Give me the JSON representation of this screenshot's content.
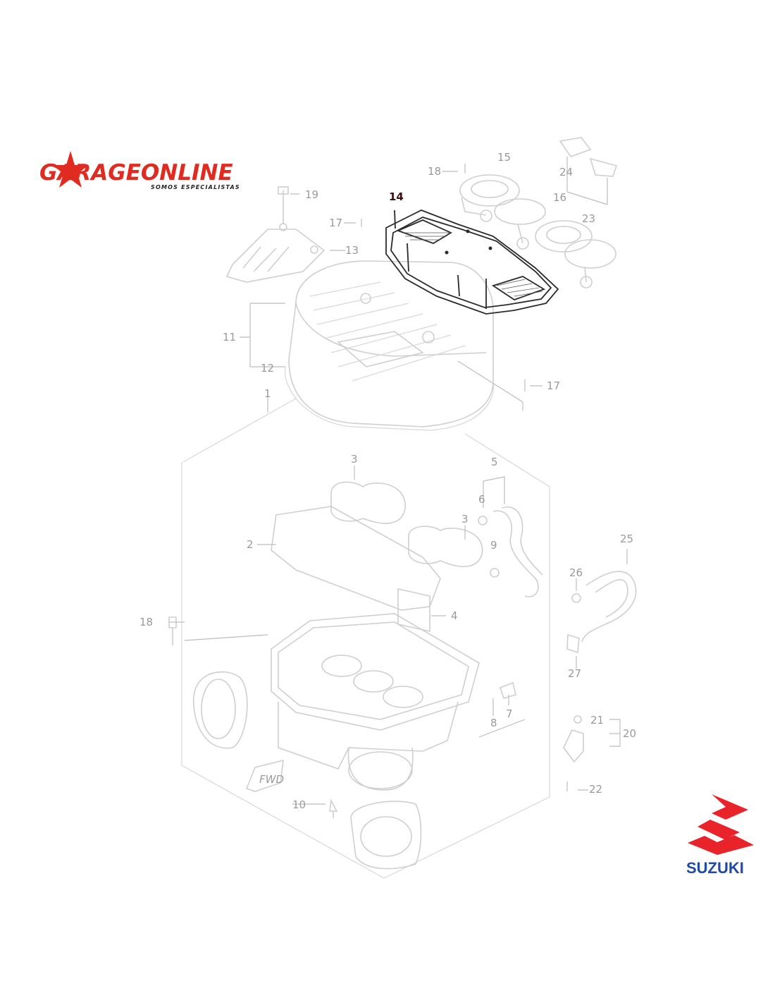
{
  "brand_logo": {
    "text": "GARAGEONLINE",
    "tagline": "SOMOS ESPECIALISTAS",
    "accent_color": "#e02b20"
  },
  "maker_logo": {
    "text": "SUZUKI",
    "mark_color": "#e8232a",
    "text_color": "#1f4aa6"
  },
  "highlighted_part": "14",
  "callouts": [
    {
      "id": "c1",
      "label": "1"
    },
    {
      "id": "c2",
      "label": "2"
    },
    {
      "id": "c3a",
      "label": "3"
    },
    {
      "id": "c3b",
      "label": "3"
    },
    {
      "id": "c4",
      "label": "4"
    },
    {
      "id": "c5",
      "label": "5"
    },
    {
      "id": "c6",
      "label": "6"
    },
    {
      "id": "c7",
      "label": "7"
    },
    {
      "id": "c8",
      "label": "8"
    },
    {
      "id": "c9",
      "label": "9"
    },
    {
      "id": "c10",
      "label": "10"
    },
    {
      "id": "c11",
      "label": "11"
    },
    {
      "id": "c12",
      "label": "12"
    },
    {
      "id": "c13",
      "label": "13"
    },
    {
      "id": "c14",
      "label": "14"
    },
    {
      "id": "c15",
      "label": "15"
    },
    {
      "id": "c16",
      "label": "16"
    },
    {
      "id": "c17a",
      "label": "17"
    },
    {
      "id": "c17b",
      "label": "17"
    },
    {
      "id": "c18a",
      "label": "18"
    },
    {
      "id": "c18b",
      "label": "18"
    },
    {
      "id": "c19",
      "label": "19"
    },
    {
      "id": "c20",
      "label": "20"
    },
    {
      "id": "c21",
      "label": "21"
    },
    {
      "id": "c22",
      "label": "22"
    },
    {
      "id": "c23",
      "label": "23"
    },
    {
      "id": "c24",
      "label": "24"
    },
    {
      "id": "c25",
      "label": "25"
    },
    {
      "id": "c26",
      "label": "26"
    },
    {
      "id": "c27",
      "label": "27"
    }
  ],
  "fwd_arrow_label": "FWD"
}
